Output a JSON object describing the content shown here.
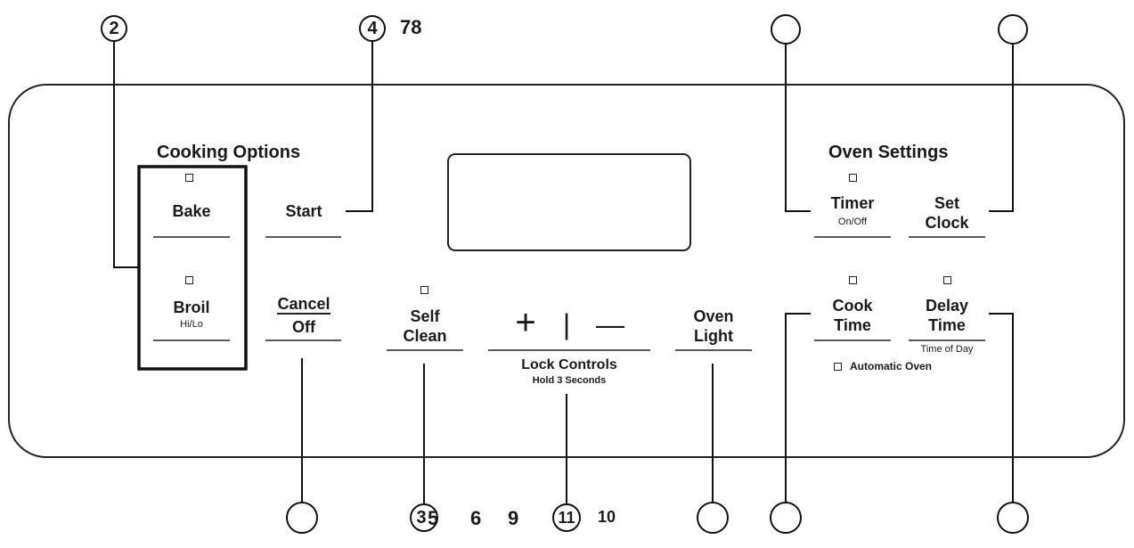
{
  "sections": {
    "cooking_options": "Cooking Options",
    "oven_settings": "Oven Settings"
  },
  "buttons": {
    "bake": "Bake",
    "broil": "Broil",
    "broil_sub": "Hi/Lo",
    "start": "Start",
    "cancel": "Cancel",
    "off": "Off",
    "self": "Self",
    "clean": "Clean",
    "plus": "+",
    "bar": "|",
    "minus": "—",
    "lock_controls": "Lock Controls",
    "lock_sub": "Hold 3 Seconds",
    "oven": "Oven",
    "light": "Light",
    "timer": "Timer",
    "timer_sub": "On/Off",
    "set": "Set",
    "clock": "Clock",
    "cook": "Cook",
    "time": "Time",
    "delay": "Delay",
    "delay_time": "Time",
    "delay_sub": "Time of Day",
    "automatic_oven": "Automatic Oven"
  },
  "callouts": {
    "c2": "2",
    "c4": "4",
    "c78": "78",
    "c3": "3",
    "c5": "5",
    "c6": "6",
    "c9": "9",
    "c11": "11",
    "c10": "10"
  }
}
